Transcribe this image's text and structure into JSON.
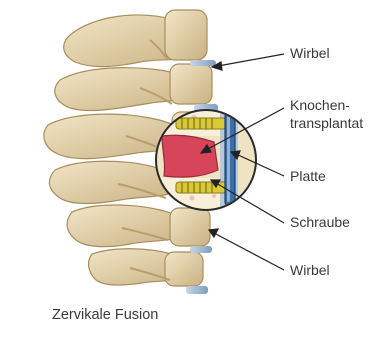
{
  "labels": {
    "wirbel_top": "Wirbel",
    "knochen_line1": "Knochen-",
    "knochen_line2": "transplantat",
    "platte": "Platte",
    "schraube": "Schraube",
    "wirbel_bottom": "Wirbel"
  },
  "caption": "Zervikale Fusion",
  "colors": {
    "bone": "#e3d4b0",
    "bone_shadow": "#b89e6e",
    "disc": "#9fb6cf",
    "graft": "#d6455a",
    "plate": "#3c6fa6",
    "screw": "#d8c83a",
    "leader": "#222222"
  }
}
